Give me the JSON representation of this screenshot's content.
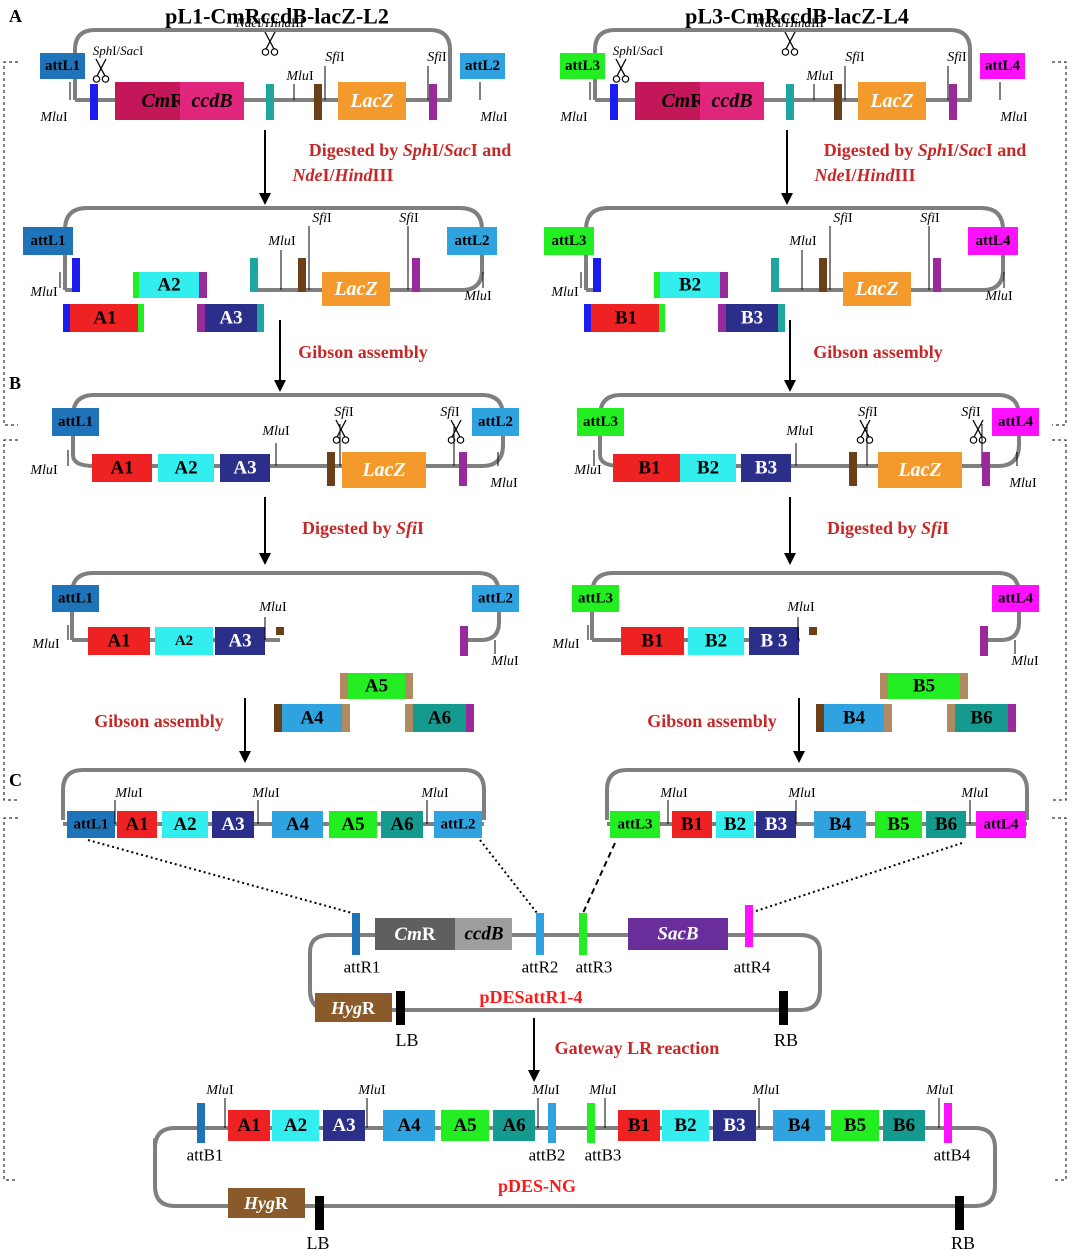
{
  "panel_labels": [
    "A",
    "B",
    "C"
  ],
  "titles": {
    "left": "pL1-CmRccdB-lacZ-L2",
    "right": "pL3-CmRccdB-lacZ-L4"
  },
  "sites": {
    "mlu": "MluI",
    "sfi": "SfiI",
    "sph_sac": "SphI/SacI",
    "nde_hind": "NdeI/HindIII"
  },
  "attL": [
    "attL1",
    "attL2",
    "attL3",
    "attL4"
  ],
  "genes": {
    "cmr": "CmR",
    "ccdb": "ccdB",
    "lacz": "LacZ",
    "sacb": "SacB",
    "hygr": "HygR"
  },
  "fragments_a": [
    "A1",
    "A2",
    "A3",
    "A4",
    "A5",
    "A6"
  ],
  "fragments_b": [
    "B1",
    "B2",
    "B3",
    "B4",
    "B5",
    "B6"
  ],
  "b3_spaced": "B 3",
  "steps": {
    "digest1_line1": "Digested by SphI/SacI and",
    "digest1_line2": "NdeI/HindIII",
    "gibson": "Gibson assembly",
    "digest_sfi": "Digested by SfiI",
    "gateway": "Gateway LR reaction"
  },
  "dest": {
    "name": "pDESattR1-4",
    "attR": [
      "attR1",
      "attR2",
      "attR3",
      "attR4"
    ],
    "lb": "LB",
    "rb": "RB"
  },
  "final": {
    "name": "pDES-NG",
    "attB": [
      "attB1",
      "attB2",
      "attB3",
      "attB4"
    ]
  },
  "colors": {
    "backbone": "#7f7f7f",
    "attL1": "#1f73b8",
    "attL2": "#2fa3e0",
    "attL3": "#22ee22",
    "attL4": "#ff10ff",
    "cmr": "#c4175a",
    "ccdb": "#e0267c",
    "lacz": "#f49a2c",
    "A1": "#ee2222",
    "A2": "#33eeee",
    "A3": "#2b2f8a",
    "A4": "#2fa3e0",
    "A5": "#22ee22",
    "A6": "#149a8e",
    "blue_bar": "#1c1cf0",
    "teal_bar": "#20a6a0",
    "brown_bar": "#6b4018",
    "purple_bar": "#9a2a9a",
    "tan_end": "#b08a60",
    "dest_cmr": "#5f5f5f",
    "dest_ccdb": "#9e9e9e",
    "sacb": "#6a2e9a",
    "hygr": "#8b5a2b",
    "step_text": "#c62828",
    "dest_name": "#ff1a1a"
  }
}
